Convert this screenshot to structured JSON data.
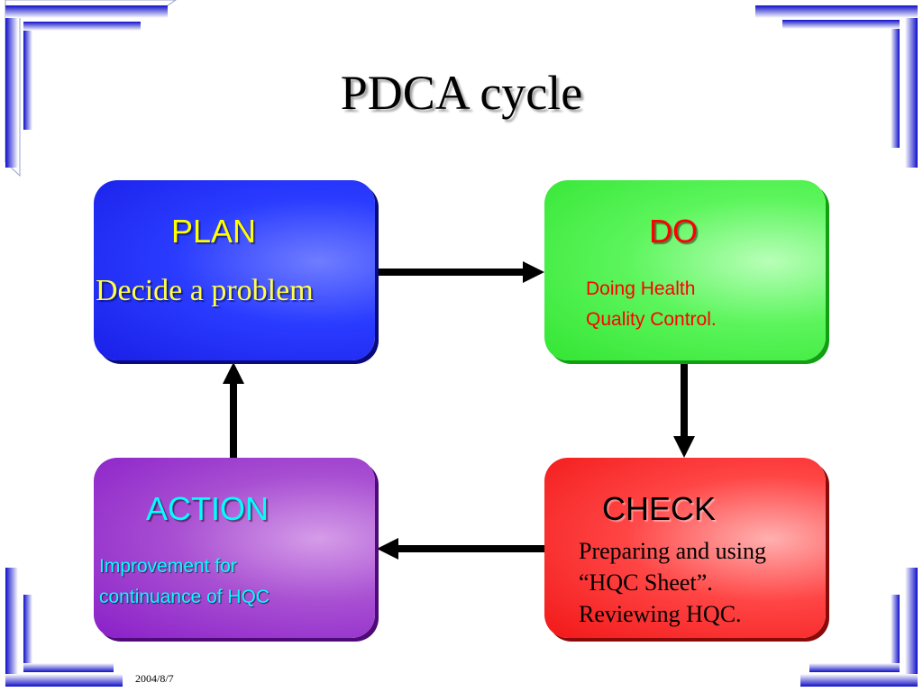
{
  "slide": {
    "title": "PDCA cycle",
    "footer_date": "2004/8/7"
  },
  "cycle": {
    "plan": {
      "heading": "PLAN",
      "description": "Decide a problem",
      "colors": {
        "fill": "#1a1fe8",
        "heading": "#ffff00"
      }
    },
    "do": {
      "heading": "DO",
      "lines": [
        "Doing Health",
        "Quality Control."
      ],
      "colors": {
        "fill": "#33e533",
        "heading": "#ff0000"
      }
    },
    "check": {
      "heading": "CHECK",
      "lines": [
        "Preparing and using",
        "“HQC Sheet”.",
        "Reviewing HQC."
      ],
      "colors": {
        "fill": "#f21818",
        "heading": "#000000"
      }
    },
    "action": {
      "heading": "ACTION",
      "lines": [
        "Improvement for",
        "continuance of HQC"
      ],
      "colors": {
        "fill": "#8a1fc8",
        "heading": "#00ffff"
      }
    }
  },
  "flow": [
    "plan",
    "do",
    "check",
    "action",
    "plan"
  ]
}
